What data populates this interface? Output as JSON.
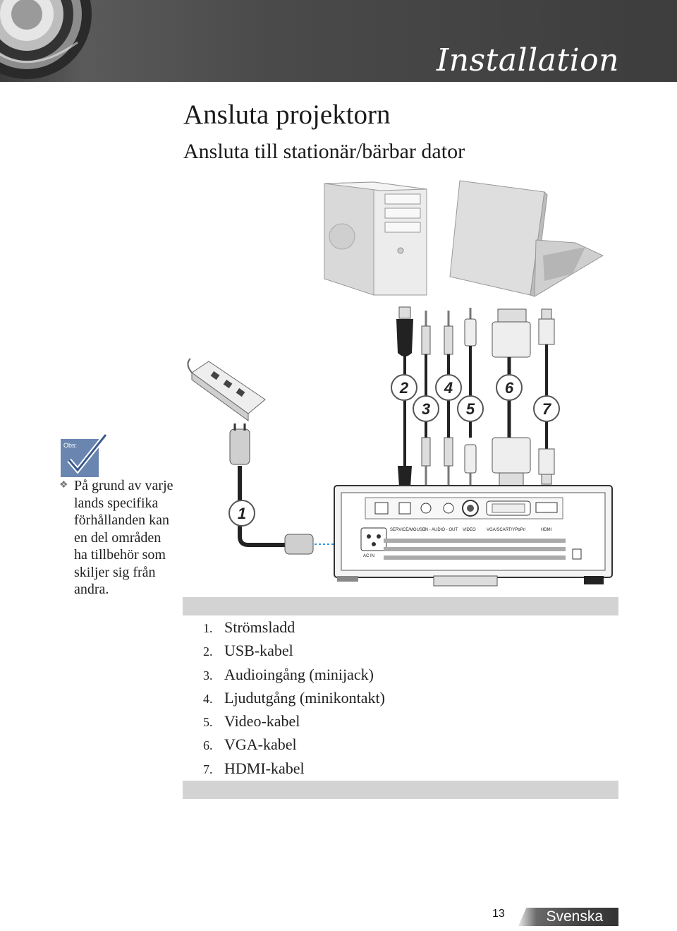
{
  "header": {
    "section_title": "Installation"
  },
  "page": {
    "title": "Ansluta projektorn",
    "subtitle": "Ansluta till stationär/bärbar dator"
  },
  "diagram": {
    "callouts": [
      "1",
      "2",
      "3",
      "4",
      "5",
      "6",
      "7"
    ],
    "port_labels": {
      "service_mouse": "SERVICE/MOUSE",
      "audio": "IN - AUDIO - OUT",
      "video": "VIDEO",
      "vga": "VGA/SCART/YPbPr/",
      "hdmi": "HDMI",
      "ac_in": "AC IN"
    }
  },
  "note": {
    "icon_label": "Obs:",
    "text": "På grund av varje lands specifika förhållanden kan en del områden ha tillbehör som skiljer sig från andra."
  },
  "legend": [
    {
      "num": "1.",
      "label": "Strömsladd"
    },
    {
      "num": "2.",
      "label": "USB-kabel"
    },
    {
      "num": "3.",
      "label": "Audioingång (minijack)"
    },
    {
      "num": "4.",
      "label": "Ljudutgång (minikontakt)"
    },
    {
      "num": "5.",
      "label": "Video-kabel"
    },
    {
      "num": "6.",
      "label": "VGA-kabel"
    },
    {
      "num": "7.",
      "label": "HDMI-kabel"
    }
  ],
  "footer": {
    "page_number": "13",
    "language": "Svenska"
  }
}
